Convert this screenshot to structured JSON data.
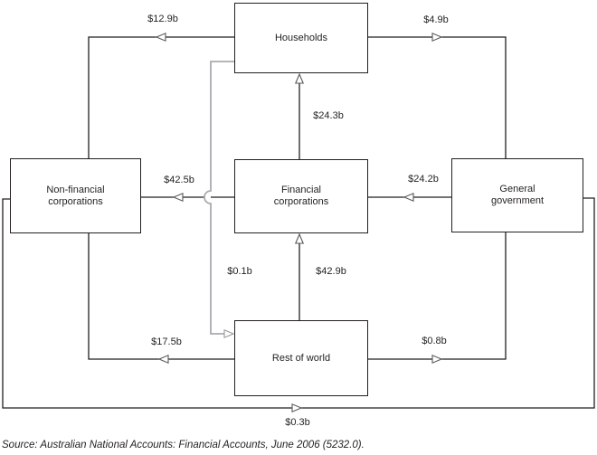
{
  "diagram": {
    "nodes": [
      {
        "id": "households",
        "label": "Households"
      },
      {
        "id": "non-financial-corporations",
        "label": "Non-financial corporations"
      },
      {
        "id": "financial-corporations",
        "label": "Financial corporations"
      },
      {
        "id": "general-government",
        "label": "General government"
      },
      {
        "id": "rest-of-world",
        "label": "Rest of world"
      }
    ],
    "flows": [
      {
        "from": "Households",
        "to": "Non-financial corporations",
        "amount": "$12.9b"
      },
      {
        "from": "Households",
        "to": "General government",
        "amount": "$4.9b"
      },
      {
        "from": "Financial corporations",
        "to": "Households",
        "amount": "$24.3b"
      },
      {
        "from": "Financial corporations",
        "to": "Non-financial corporations",
        "amount": "$42.5b"
      },
      {
        "from": "General government",
        "to": "Financial corporations",
        "amount": "$24.2b"
      },
      {
        "from": "Rest of world",
        "to": "Financial corporations",
        "amount": "$42.9b"
      },
      {
        "from": "Households",
        "to": "Rest of world",
        "amount": "$0.1b"
      },
      {
        "from": "Rest of world",
        "to": "Non-financial corporations",
        "amount": "$17.5b"
      },
      {
        "from": "Rest of world",
        "to": "General government",
        "amount": "$0.8b"
      },
      {
        "from": "Non-financial corporations",
        "to": "General government",
        "amount": "$0.3b"
      }
    ]
  },
  "source": "Source: Australian National Accounts: Financial Accounts, June 2006 (5232.0).",
  "colors": {
    "line": "#231f20",
    "secondary_line": "#a9abae",
    "arrow_outline": "#58595b",
    "background": "#ffffff",
    "text": "#231f20"
  }
}
